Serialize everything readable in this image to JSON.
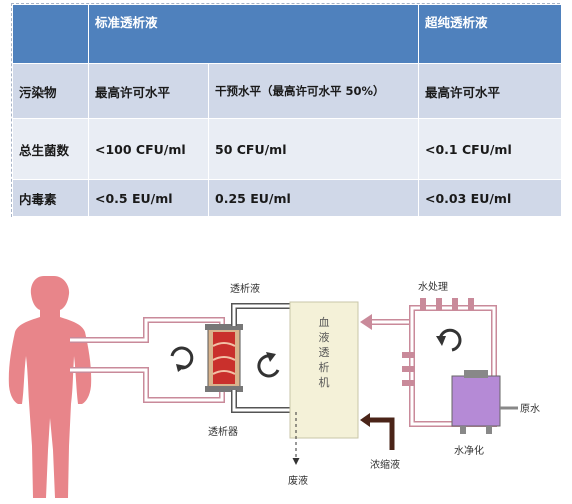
{
  "table": {
    "header": {
      "blank": "",
      "standard": "标准透析液",
      "ultrapure": "超纯透析液"
    },
    "row_contaminant": {
      "label": "污染物",
      "std_max": "最高许可水平",
      "std_intervention": "干预水平（最高许可水平 50%）",
      "ultra_max": "最高许可水平"
    },
    "row_bacteria": {
      "label": "总生菌数",
      "std_max": "<100 CFU/ml",
      "std_intervention": "50 CFU/ml",
      "ultra_max": "<0.1 CFU/ml"
    },
    "row_endotoxin": {
      "label": "内毒素",
      "std_max": "<0.5 EU/ml",
      "std_intervention": "0.25 EU/ml",
      "ultra_max": "<0.03 EU/ml"
    }
  },
  "diagram": {
    "dialysate": "透析液",
    "dialyzer": "透析器",
    "machine": [
      "血",
      "液",
      "透",
      "析",
      "机"
    ],
    "water_treatment": "水处理",
    "raw_water": "原水",
    "water_purification": "水净化",
    "concentrate": "浓缩液",
    "waste": "废液"
  },
  "colors": {
    "header_blue": "#4f81bd",
    "row_dark": "#d0d8e8",
    "row_light": "#e9edf4",
    "body_pink": "#e8858a",
    "pipe_pink": "#c98a9a",
    "purifier_purple": "#b58ad6",
    "machine_fill": "#f4f1d8",
    "dialyzer_red": "#c9302c",
    "concentrate_brown": "#4a2418"
  }
}
